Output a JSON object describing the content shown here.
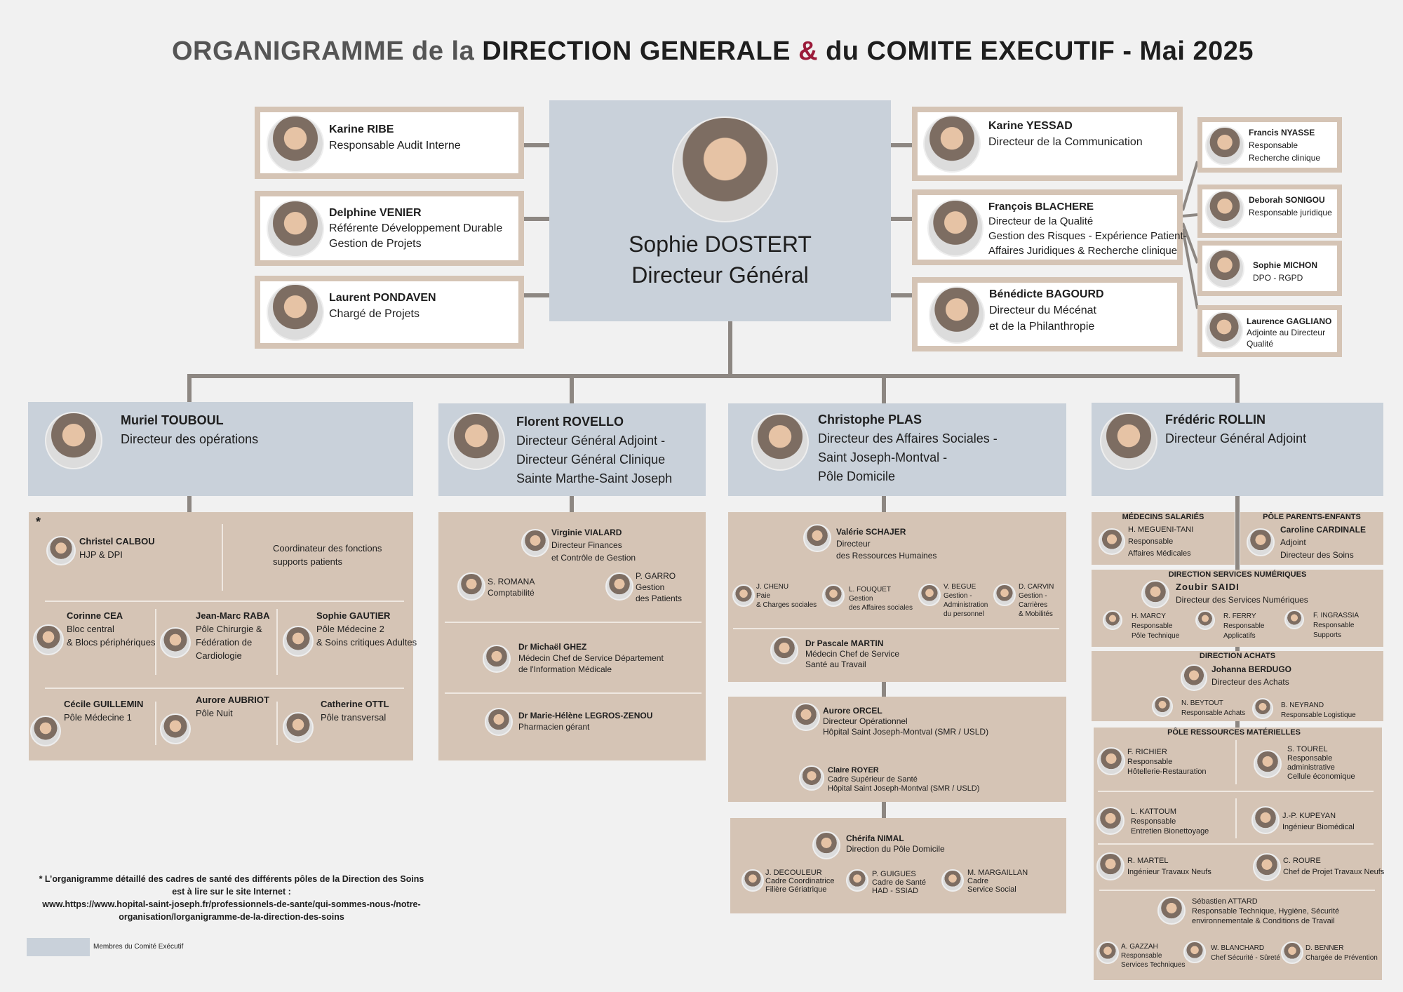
{
  "title": {
    "part1": "ORGANIGRAMME de la",
    "part2": "DIRECTION GENERALE",
    "amp": "&",
    "part3": "du COMITE EXECUTIF - Mai 2025"
  },
  "colors": {
    "executive_committee": "#c9d1da",
    "team_box": "#d5c4b5",
    "connector": "#8d8782",
    "accent": "#9b1b3a"
  },
  "ceo": {
    "name": "Sophie DOSTERT",
    "role": "Directeur Général"
  },
  "left_staff": [
    {
      "name": "Karine RIBE",
      "role": "Responsable Audit Interne"
    },
    {
      "name": "Delphine VENIER",
      "role": "Référente Développement Durable\nGestion de Projets"
    },
    {
      "name": "Laurent PONDAVEN",
      "role": "Chargé de Projets"
    }
  ],
  "right_staff": [
    {
      "name": "Karine YESSAD",
      "role": "Directeur de la Communication"
    },
    {
      "name": "François BLACHERE",
      "role": "Directeur de la Qualité\nGestion des Risques - Expérience Patient-\nAffaires Juridiques & Recherche clinique"
    },
    {
      "name": "Bénédicte BAGOURD",
      "role": "Directeur du Mécénat\net de la Philanthropie"
    }
  ],
  "quality_team": [
    {
      "name": "Francis NYASSE",
      "role": "Responsable\nRecherche clinique"
    },
    {
      "name": "Deborah SONIGOU",
      "role": "Responsable juridique"
    },
    {
      "name": "Sophie MICHON",
      "role": "DPO - RGPD"
    },
    {
      "name": "Laurence GAGLIANO",
      "role": "Adjointe au Directeur\nQualité"
    }
  ],
  "directors": [
    {
      "name": "Muriel TOUBOUL",
      "role": "Directeur des opérations"
    },
    {
      "name": "Florent ROVELLO",
      "role": "Directeur Général Adjoint -\nDirecteur Général Clinique\nSainte Marthe-Saint Joseph"
    },
    {
      "name": "Christophe PLAS",
      "role": "Directeur des Affaires Sociales -\nSaint Joseph-Montval -\nPôle Domicile"
    },
    {
      "name": "Frédéric ROLLIN",
      "role": "Directeur Général Adjoint"
    }
  ],
  "operations": {
    "note_marker": "*",
    "coordinator": {
      "name": "Christel CALBOU",
      "role": "HJP & DPI"
    },
    "coordinator_label": "Coordinateur des fonctions\nsupports patients",
    "poles": [
      {
        "name": "Corinne CEA",
        "role": "Bloc central\n& Blocs périphériques"
      },
      {
        "name": "Jean-Marc RABA",
        "role": "Pôle Chirurgie &\nFédération de\nCardiologie"
      },
      {
        "name": "Sophie GAUTIER",
        "role": "Pôle Médecine 2\n& Soins critiques Adultes"
      },
      {
        "name": "Cécile GUILLEMIN",
        "role": "Pôle Médecine 1"
      },
      {
        "name": "Aurore AUBRIOT",
        "role": "Pôle Nuit"
      },
      {
        "name": "Catherine OTTL",
        "role": "Pôle transversal"
      }
    ]
  },
  "clinique": {
    "finance": {
      "name": "Virginie VIALARD",
      "role": "Directeur Finances\net Contrôle de Gestion"
    },
    "finance_reports": [
      {
        "name": "S. ROMANA",
        "role": "Comptabilité"
      },
      {
        "name": "P. GARRO",
        "role": "Gestion\ndes Patients"
      }
    ],
    "dim": {
      "name": "Dr Michaël GHEZ",
      "role": "Médecin Chef de Service Département\nde l'Information Médicale"
    },
    "pharmacy": {
      "name": "Dr Marie-Hélène LEGROS-ZENOU",
      "role": "Pharmacien gérant"
    }
  },
  "social": {
    "hr": {
      "name": "Valérie SCHAJER",
      "role": "Directeur\ndes Ressources Humaines"
    },
    "hr_reports": [
      {
        "name": "J. CHENU",
        "role": "Paie\n& Charges sociales"
      },
      {
        "name": "L. FOUQUET",
        "role": "Gestion\ndes Affaires sociales"
      },
      {
        "name": "V. BEGUE",
        "role": "Gestion -\nAdministration\ndu personnel"
      },
      {
        "name": "D. CARVIN",
        "role": "Gestion -\nCarrières\n& Mobilités"
      }
    ],
    "occupational_health": {
      "name": "Dr Pascale MARTIN",
      "role": "Médecin Chef de Service\nSanté au Travail"
    },
    "montval_director": {
      "name": "Aurore ORCEL",
      "role": "Directeur Opérationnel\nHôpital Saint Joseph-Montval (SMR / USLD)"
    },
    "montval_cadre": {
      "name": "Claire ROYER",
      "role": "Cadre Supérieur de Santé\nHôpital Saint Joseph-Montval (SMR / USLD)"
    },
    "domicile_director": {
      "name": "Chérifa NIMAL",
      "role": "Direction du Pôle Domicile"
    },
    "domicile_reports": [
      {
        "name": "J. DECOULEUR",
        "role": "Cadre Coordinatrice\nFilière Gériatrique"
      },
      {
        "name": "P. GUIGUES",
        "role": "Cadre de Santé\nHAD - SSIAD"
      },
      {
        "name": "M. MARGAILLAN",
        "role": "Cadre\nService Social"
      }
    ]
  },
  "dga": {
    "medecins": {
      "title": "MÉDECINS SALARIÉS",
      "person": {
        "name": "H. MEGUENI-TANI",
        "role": "Responsable\nAffaires Médicales"
      }
    },
    "parents": {
      "title": "PÔLE PARENTS-ENFANTS",
      "person": {
        "name": "Caroline CARDINALE",
        "role": "Adjoint\nDirecteur des Soins"
      }
    },
    "numerique": {
      "title": "DIRECTION SERVICES NUMÉRIQUES",
      "director": {
        "name": "Zoubir SAIDI",
        "role": "Directeur des Services Numériques"
      },
      "reports": [
        {
          "name": "H. MARCY",
          "role": "Responsable\nPôle Technique"
        },
        {
          "name": "R. FERRY",
          "role": "Responsable\nApplicatifs"
        },
        {
          "name": "F. INGRASSIA",
          "role": "Responsable\nSupports"
        }
      ]
    },
    "achats": {
      "title": "DIRECTION ACHATS",
      "director": {
        "name": "Johanna BERDUGO",
        "role": "Directeur des Achats"
      },
      "reports": [
        {
          "name": "N. BEYTOUT",
          "role": "Responsable Achats"
        },
        {
          "name": "B. NEYRAND",
          "role": "Responsable Logistique"
        }
      ]
    },
    "materielles": {
      "title": "PÔLE RESSOURCES MATÉRIELLES",
      "people": [
        {
          "name": "F. RICHIER",
          "role": "Responsable\nHôtellerie-Restauration"
        },
        {
          "name": "S. TOUREL",
          "role": "Responsable\nadministrative\nCellule économique"
        },
        {
          "name": "L. KATTOUM",
          "role": "Responsable\nEntretien Bionettoyage"
        },
        {
          "name": "J.-P. KUPEYAN",
          "role": "Ingénieur Biomédical"
        },
        {
          "name": "R. MARTEL",
          "role": "Ingénieur Travaux Neufs"
        },
        {
          "name": "C. ROURE",
          "role": "Chef de Projet Travaux Neufs"
        }
      ],
      "technique": {
        "name": "Sébastien ATTARD",
        "role": "Responsable Technique, Hygiène, Sécurité\nenvironnementale & Conditions de Travail"
      },
      "technique_reports": [
        {
          "name": "A. GAZZAH",
          "role": "Responsable\nServices Techniques"
        },
        {
          "name": "W. BLANCHARD",
          "role": "Chef Sécurité - Sûreté"
        },
        {
          "name": "D. BENNER",
          "role": "Chargée de Prévention"
        }
      ]
    }
  },
  "footnote": "* L’organigramme détaillé des cadres de santé des différents pôles de la Direction des Soins\nest à lire sur le site Internet :\nwww.https://www.hopital-saint-joseph.fr/professionnels-de-sante/qui-sommes-nous-/notre-\norganisation/lorganigramme-de-la-direction-des-soins",
  "legend": {
    "label": "Membres du Comité Exécutif"
  }
}
